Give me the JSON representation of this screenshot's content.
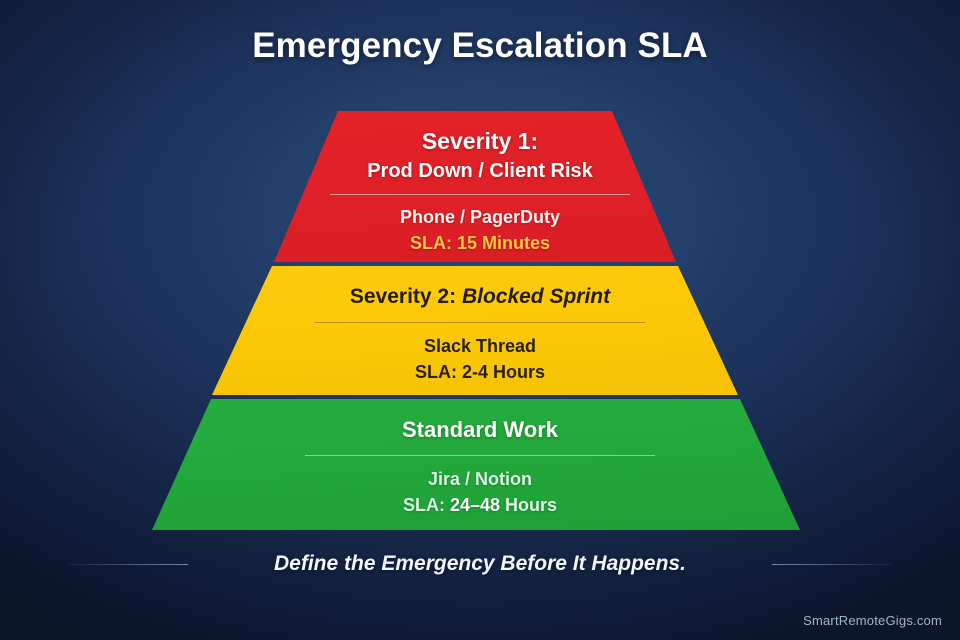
{
  "title": "Emergency Escalation SLA",
  "background": {
    "center_color": "#25406b",
    "edge_color": "#101d3a"
  },
  "pyramid": {
    "tiers": [
      {
        "id": "severity-1",
        "color": "#e02128",
        "heading": "Severity 1:",
        "subheading": "Prod Down / Client Risk",
        "channel": "Phone / PagerDuty",
        "sla": "SLA: 15 Minutes",
        "sla_color": "#f7c545",
        "heading_color": "#ffffff"
      },
      {
        "id": "severity-2",
        "color": "#fbc807",
        "heading_prefix": "Severity 2: ",
        "heading_emphasis": "Blocked Sprint",
        "channel": "Slack Thread",
        "sla": "SLA: 2-4 Hours",
        "sla_color": "#2a2208",
        "heading_color": "#231c06"
      },
      {
        "id": "standard-work",
        "color": "#22a73b",
        "heading": "Standard Work",
        "channel": "Jira / Notion",
        "sla_prefix": "SLA: ",
        "sla_value": "24–48",
        "sla_suffix": " Hours",
        "sla_color": "#dcf6e1",
        "heading_color": "#ffffff"
      }
    ]
  },
  "footer": {
    "tagline": "Define the Emergency Before It Happens."
  },
  "watermark": "SmartRemoteGigs.com"
}
